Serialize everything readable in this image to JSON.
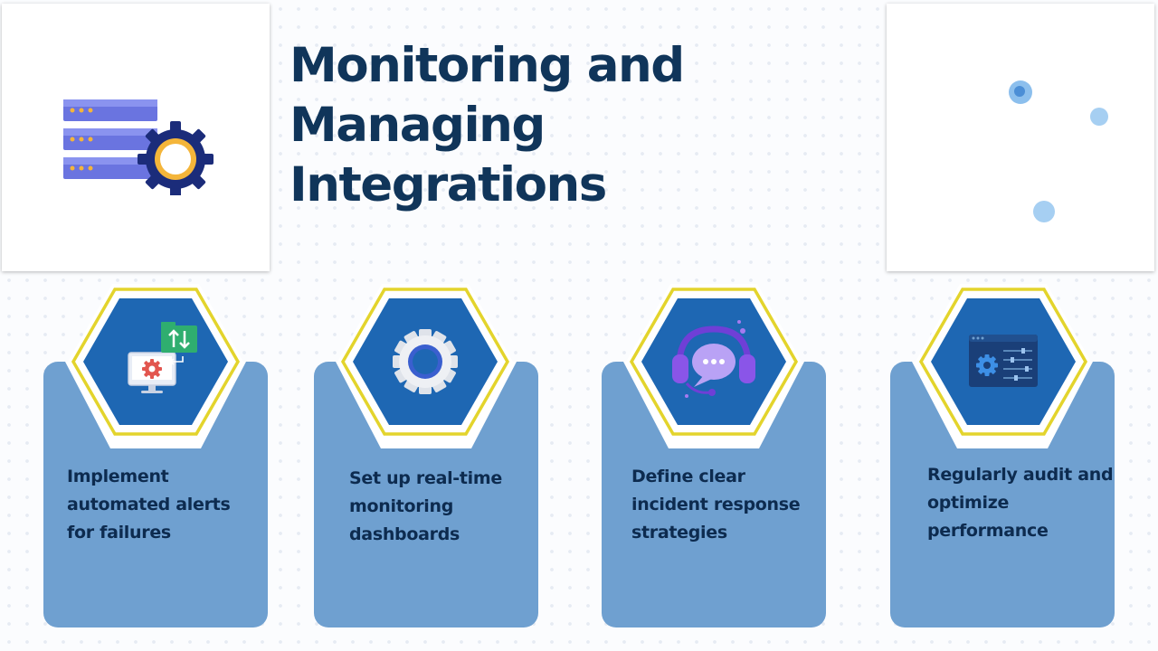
{
  "title": "Monitoring and Managing Integrations",
  "colors": {
    "title": "#10355a",
    "card": "#6fa0d0",
    "card_text": "#0d2b4f",
    "hex_fill": "#1e67b3",
    "hex_border": "#e3d42c"
  },
  "hero": {
    "icon": "server-gear-icon"
  },
  "cards": [
    {
      "text": "Implement automated alerts for failures",
      "icon": "computer-alert-icon"
    },
    {
      "text": "Set up real-time monitoring dashboards",
      "icon": "gear-icon"
    },
    {
      "text": "Define clear incident response strategies",
      "icon": "headset-chat-icon"
    },
    {
      "text": "Regularly audit and optimize performance",
      "icon": "settings-panel-icon"
    }
  ]
}
